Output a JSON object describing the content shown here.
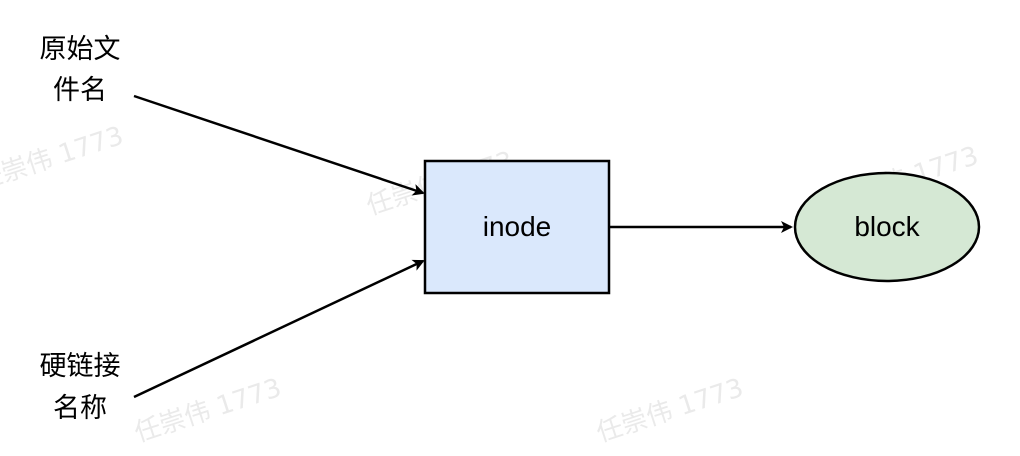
{
  "watermark": "任崇伟 1773",
  "labels": {
    "original_filename_line1": "原始文",
    "original_filename_line2": "件名",
    "hardlink_name_line1": "硬链接",
    "hardlink_name_line2": "名称"
  },
  "nodes": {
    "inode": "inode",
    "block": "block"
  },
  "colors": {
    "inode_fill": "#dae8fc",
    "block_fill": "#d5e8d4",
    "stroke": "#000000"
  }
}
